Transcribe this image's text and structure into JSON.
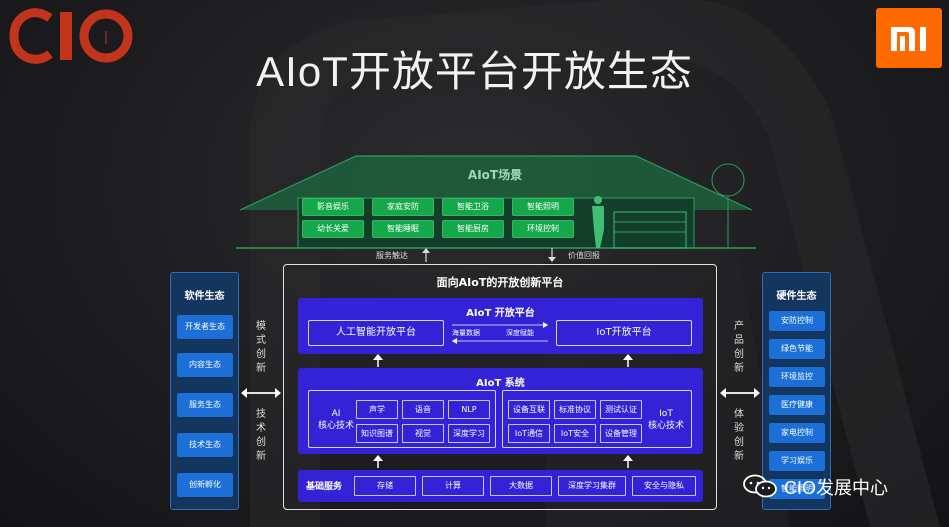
{
  "title": "AIoT开放平台开放生态",
  "logo_text": "CIO",
  "scene": {
    "title": "AIoT场景",
    "items": [
      "影音娱乐",
      "家庭安防",
      "智能卫浴",
      "智能照明",
      "幼长关爱",
      "智能睡眠",
      "智能厨房",
      "环境控制"
    ]
  },
  "flow_labels": {
    "service_touch": "服务触达",
    "value_return": "价值回报"
  },
  "software": {
    "title": "软件生态",
    "items": [
      "开发者生态",
      "内容生态",
      "服务生态",
      "技术生态",
      "创新孵化"
    ]
  },
  "hardware": {
    "title": "硬件生态",
    "items": [
      "安防控制",
      "绿色节能",
      "环境监控",
      "医疗健康",
      "家电控制",
      "学习娱乐",
      "智能照明"
    ]
  },
  "left_side_labels": {
    "top": [
      "模",
      "式",
      "创",
      "新"
    ],
    "bottom": [
      "技",
      "术",
      "创",
      "新"
    ]
  },
  "right_side_labels": {
    "top": [
      "产",
      "品",
      "创",
      "新"
    ],
    "bottom": [
      "体",
      "验",
      "创",
      "新"
    ]
  },
  "platform": {
    "title": "面向AIoT的开放创新平台",
    "open_platform": {
      "title": "AIoT 开放平台",
      "left": "人工智能开放平台",
      "right": "IoT开放平台",
      "link_left": "海量数据",
      "link_right": "深度赋能"
    },
    "system": {
      "title": "AIoT 系统",
      "ai_label": [
        "AI",
        "核心技术"
      ],
      "iot_label": [
        "IoT",
        "核心技术"
      ],
      "ai_cells": [
        "声学",
        "语音",
        "NLP",
        "知识图谱",
        "视觉",
        "深度学习"
      ],
      "iot_cells": [
        "设备互联",
        "标准协议",
        "测试认证",
        "IoT通信",
        "IoT安全",
        "设备管理"
      ]
    },
    "base": {
      "label": "基础服务",
      "cells": [
        "存储",
        "计算",
        "大数据",
        "深度学习集群",
        "安全与隐私"
      ]
    }
  },
  "footer_brand": "CIO发展中心",
  "colors": {
    "accent_orange": "#ff6a00",
    "scene_green": "#14a84a",
    "platform_purple": "#3323d6",
    "side_blue": "#1b6fd6"
  }
}
